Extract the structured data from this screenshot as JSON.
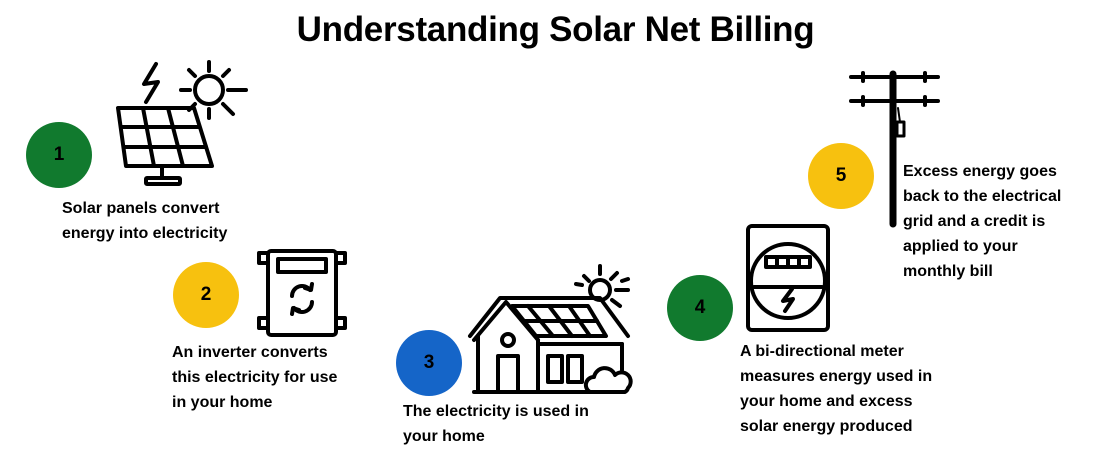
{
  "title": "Understanding Solar Net Billing",
  "colors": {
    "green": "#117a2e",
    "yellow": "#f7c10f",
    "blue": "#1565c8",
    "text": "#000000"
  },
  "steps": [
    {
      "number": "1",
      "text": "Solar panels convert\nenergy into electricity",
      "color": "green",
      "icon": "solar-panel-icon"
    },
    {
      "number": "2",
      "text": "An inverter converts\nthis electricity for use\nin your home",
      "color": "yellow",
      "icon": "inverter-icon"
    },
    {
      "number": "3",
      "text": "The electricity is used in\nyour home",
      "color": "blue",
      "icon": "house-icon"
    },
    {
      "number": "4",
      "text": "A bi-directional meter\nmeasures energy used in\nyour home and excess\nsolar  energy produced",
      "color": "green",
      "icon": "electric-meter-icon"
    },
    {
      "number": "5",
      "text": "Excess energy goes\nback to the electrical\ngrid and a credit is\napplied to your\nmonthly bill",
      "color": "yellow",
      "icon": "utility-pole-icon"
    }
  ]
}
